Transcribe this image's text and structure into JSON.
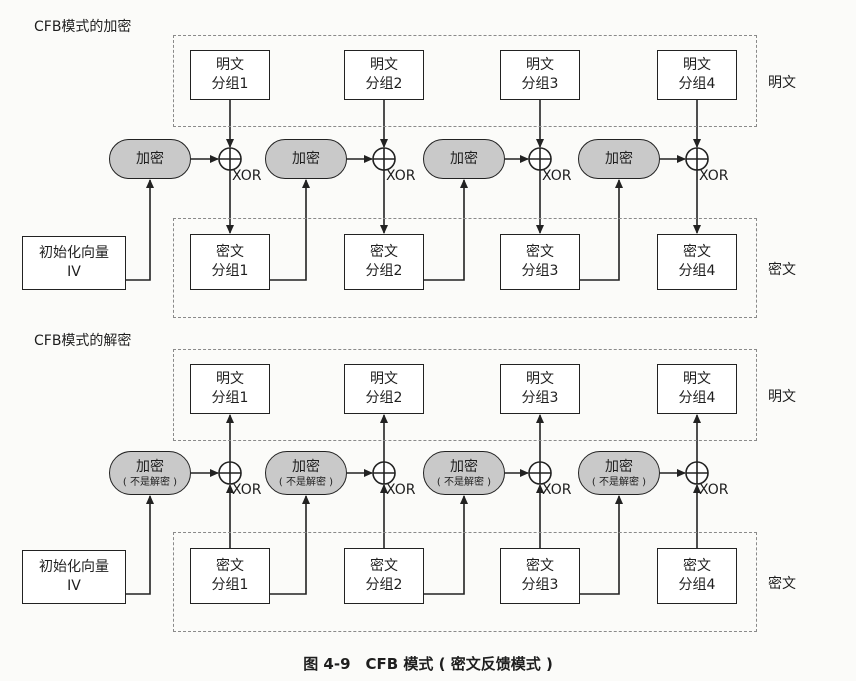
{
  "encrypt": {
    "title": "CFB模式的加密",
    "plaintext_group_label": "明文",
    "ciphertext_group_label": "密文",
    "iv_label": [
      "初始化向量",
      "IV"
    ],
    "plaintext_blocks": [
      [
        "明文",
        "分组1"
      ],
      [
        "明文",
        "分组2"
      ],
      [
        "明文",
        "分组3"
      ],
      [
        "明文",
        "分组4"
      ]
    ],
    "ciphertext_blocks": [
      [
        "密文",
        "分组1"
      ],
      [
        "密文",
        "分组2"
      ],
      [
        "密文",
        "分组3"
      ],
      [
        "密文",
        "分组4"
      ]
    ],
    "cipher_ops": [
      [
        "加密"
      ],
      [
        "加密"
      ],
      [
        "加密"
      ],
      [
        "加密"
      ]
    ],
    "xor_labels": [
      "XOR",
      "XOR",
      "XOR",
      "XOR"
    ]
  },
  "decrypt": {
    "title": "CFB模式的解密",
    "plaintext_group_label": "明文",
    "ciphertext_group_label": "密文",
    "iv_label": [
      "初始化向量",
      "IV"
    ],
    "plaintext_blocks": [
      [
        "明文",
        "分组1"
      ],
      [
        "明文",
        "分组2"
      ],
      [
        "明文",
        "分组3"
      ],
      [
        "明文",
        "分组4"
      ]
    ],
    "ciphertext_blocks": [
      [
        "密文",
        "分组1"
      ],
      [
        "密文",
        "分组2"
      ],
      [
        "密文",
        "分组3"
      ],
      [
        "密文",
        "分组4"
      ]
    ],
    "cipher_ops": [
      [
        "加密",
        "( 不是解密 )"
      ],
      [
        "加密",
        "( 不是解密 )"
      ],
      [
        "加密",
        "( 不是解密 )"
      ],
      [
        "加密",
        "( 不是解密 )"
      ]
    ],
    "xor_labels": [
      "XOR",
      "XOR",
      "XOR",
      "XOR"
    ]
  },
  "caption": "图 4-9　CFB 模式 ( 密文反馈模式 )"
}
